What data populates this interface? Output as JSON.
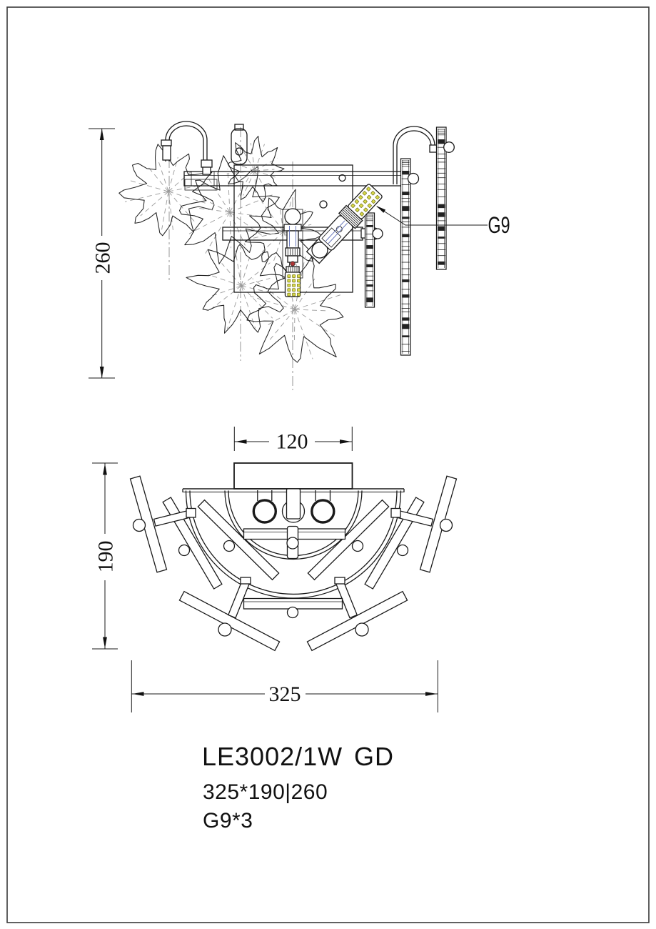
{
  "side_view": {
    "height_dim": "260",
    "bulb_callout": "G9"
  },
  "plan_view": {
    "plate_width_dim": "120",
    "depth_dim": "190",
    "width_dim": "325"
  },
  "title_block": {
    "model": "LE3002/1W",
    "finish": "GD",
    "size_spec": "325*190|260",
    "bulb_spec": "G9*3"
  },
  "colors": {
    "line": "#1a1a1a",
    "ray": "#9a9a9a",
    "led_fill": "#d8d84a",
    "led_edge": "#6f6f15",
    "wire": "#5b6bb5",
    "dot_red": "#b03434"
  }
}
